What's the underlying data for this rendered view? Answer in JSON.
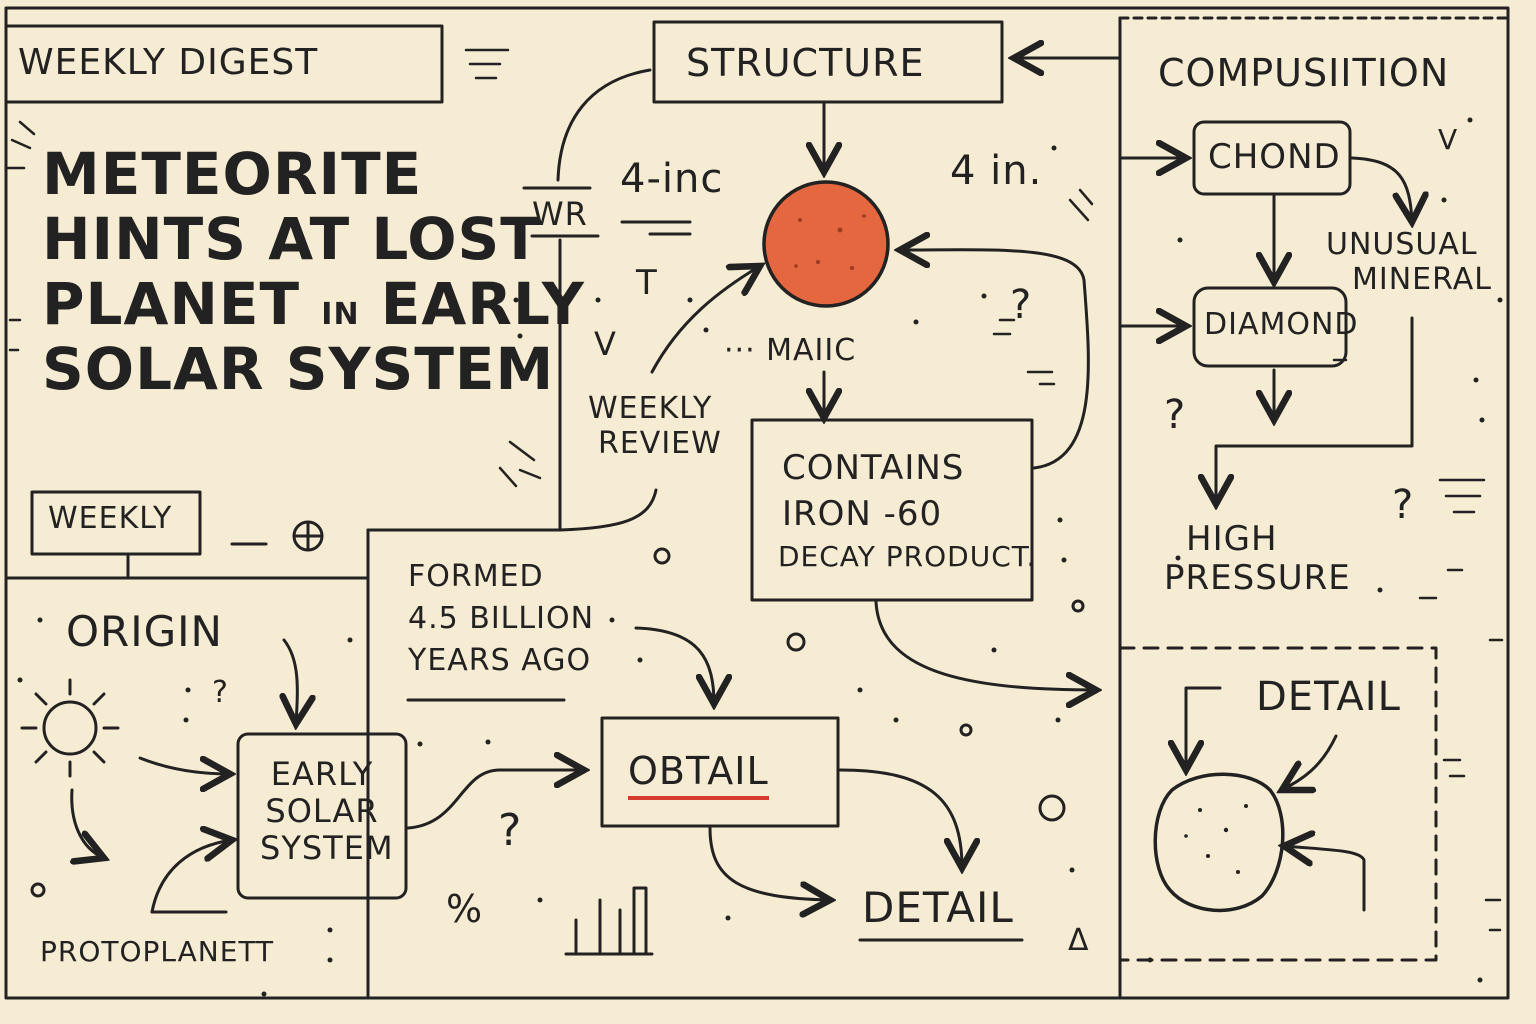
{
  "colors": {
    "ink": "#222222",
    "paper": "#f6ecd3",
    "accent": "#e4673f",
    "red_line": "#d63a2a"
  },
  "header": {
    "tag": "WEEKLY DIGEST"
  },
  "headline": {
    "line1": "METEORITE",
    "line2": "HINTS AT LOST",
    "line3a": "PLANET",
    "line3b": "IN",
    "line3c": "EARLY",
    "line4": "SOLAR SYSTEM"
  },
  "weekly_box": "WEEKLY",
  "structure": {
    "title": "STRUCTURE",
    "size_left": "4-inc",
    "size_right": "4 in.",
    "wr": "WR",
    "t": "T",
    "check": "V",
    "meteor_caption": "··· MAIIC",
    "weekly_review_line1": "WEEKLY",
    "weekly_review_line2": "REVIEW",
    "contains_line1": "CONTAINS",
    "contains_line2": "IRON -60",
    "contains_line3": "DECAY PRODUCT.",
    "question": "?"
  },
  "composition": {
    "title": "COMPUSIITION",
    "chond": "CHOND",
    "diamond": "DIAMOND",
    "unusual_line1": "UNUSUAL",
    "unusual_line2": "MINERAL",
    "high_line1": "HIGH",
    "high_line2": "PRESSURE",
    "check": "V",
    "question1": "?",
    "question2": "?"
  },
  "origin": {
    "title": "ORIGIN",
    "early_line1": "EARLY",
    "early_line2": "SOLAR",
    "early_line3": "SYSTEM",
    "protoplanet": "PROTOPLANETT",
    "question1": "?",
    "question2": "?"
  },
  "formed": {
    "line1": "FORMED",
    "line2": "4.5 BILLION",
    "line3": "YEARS AGO"
  },
  "obtail": "OBTAIL",
  "detail_bottom": "DETAIL",
  "detail_box": "DETAIL",
  "percent": "%",
  "triangle": "Δ"
}
